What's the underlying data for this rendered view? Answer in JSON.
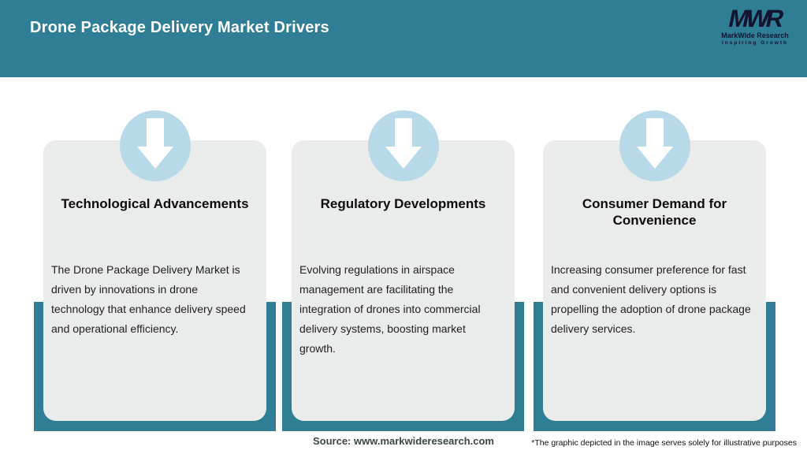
{
  "colors": {
    "accent_teal": "#2f7e96",
    "circle_blue": "#b8dae8",
    "card_gray": "#e9eceb",
    "logo_navy": "#141430"
  },
  "header": {
    "title": "Drone Package Delivery Market Drivers",
    "logo": {
      "monogram": "MWR",
      "name": "MarkWide Research",
      "tagline": "Inspiring Growth"
    }
  },
  "cards": [
    {
      "icon": "arrow-down-icon",
      "title": "Technological Advancements",
      "body": "The Drone Package Delivery Market is driven by innovations in drone technology that enhance delivery speed and operational efficiency."
    },
    {
      "icon": "arrow-down-icon",
      "title": "Regulatory Developments",
      "body": "Evolving regulations in airspace management are facilitating the integration of drones into commercial delivery systems, boosting market growth."
    },
    {
      "icon": "arrow-down-icon",
      "title": "Consumer Demand for Convenience",
      "body": "Increasing consumer preference for fast and convenient delivery options is propelling the adoption of drone package delivery services."
    }
  ],
  "footer": {
    "source": "Source: www.markwideresearch.com",
    "disclaimer": "*The graphic depicted in the image serves solely for illustrative purposes"
  }
}
